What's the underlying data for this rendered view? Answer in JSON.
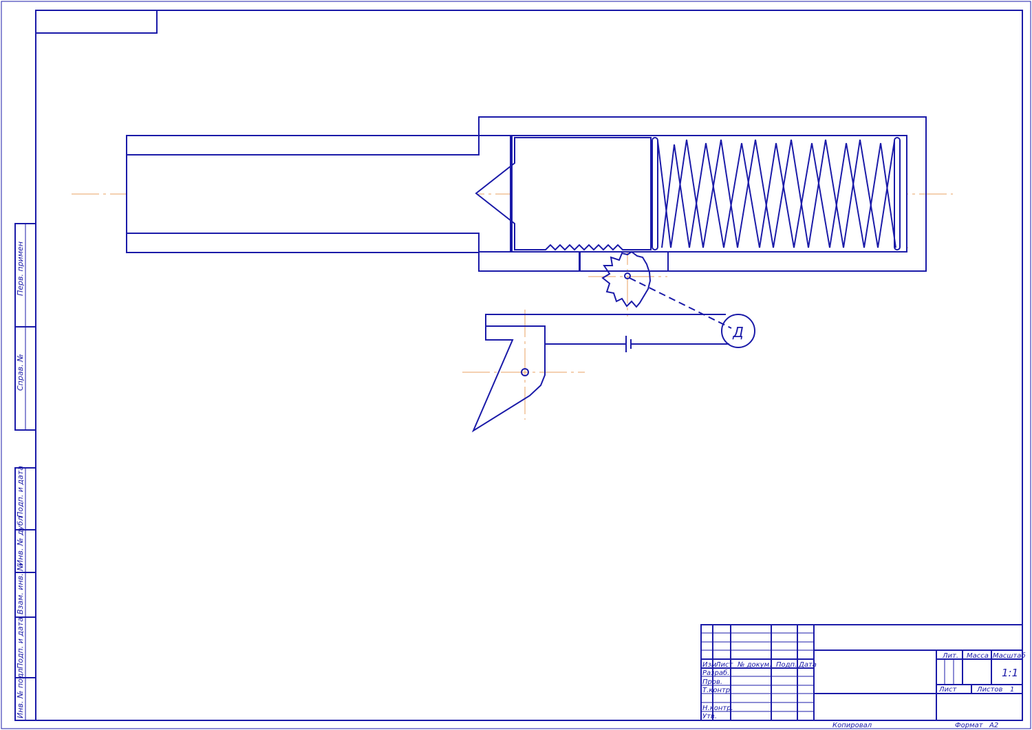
{
  "side_stamp": {
    "perv_primen": "Перв. примен",
    "sprav_no": "Справ. №",
    "podp_i_data_1": "Подп. и дата",
    "inv_no_dubl": "Инв. № дубл",
    "vzam_inv_no": "Взам. инв. №",
    "podp_i_data_2": "Подп. и дата",
    "inv_no_podl": "Инв. № подл"
  },
  "title_block": {
    "izm": "Изм",
    "list": "Лист",
    "no_dokum": "№ докум.",
    "podp": "Подп.",
    "data": "Дата",
    "razrab": "Разраб.",
    "prov": "Пров.",
    "t_kontr": "Т.контр.",
    "n_kontr": "Н.контр.",
    "utv": "Утв.",
    "lit": "Лит.",
    "massa": "Масса",
    "masshtab": "Масштаб",
    "scale_value": "1:1",
    "list_label": "Лист",
    "listov_label": "Листов",
    "listov_value": "1"
  },
  "footer": {
    "kopiroval": "Копировал",
    "format_label": "Формат",
    "format_value": "A2"
  },
  "motor_label": "Д",
  "colors": {
    "line": "#1a1aa8",
    "axis": "#e8a060",
    "background": "#ffffff"
  }
}
